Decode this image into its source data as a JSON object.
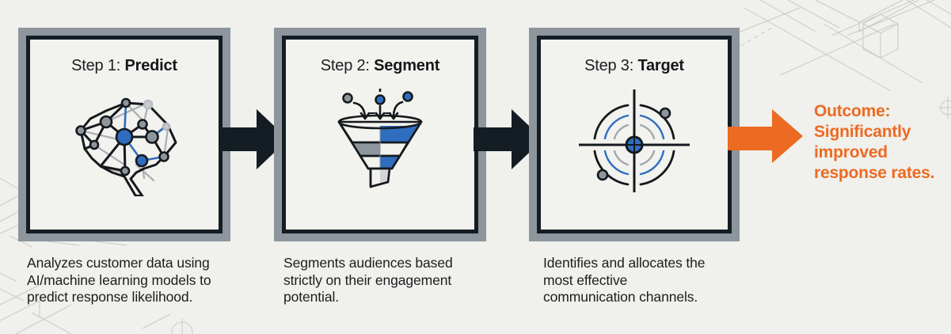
{
  "steps": [
    {
      "prefix": "Step 1: ",
      "name": "Predict",
      "icon": "brain-network-icon",
      "description": [
        "Analyzes customer data using",
        "AI/machine learning models to",
        "predict response likelihood."
      ]
    },
    {
      "prefix": "Step 2: ",
      "name": "Segment",
      "icon": "funnel-icon",
      "description": [
        "Segments audiences based",
        "strictly on their engagement",
        "potential."
      ]
    },
    {
      "prefix": "Step 3: ",
      "name": "Target",
      "icon": "crosshair-target-icon",
      "description": [
        "Identifies and allocates the",
        "most effective",
        "communication channels."
      ]
    }
  ],
  "outcome": {
    "lines": [
      "Outcome:",
      "Significantly",
      "improved",
      "response rates."
    ]
  },
  "colors": {
    "accent_orange": "#ec6a22",
    "accent_blue": "#2f6dbf",
    "frame_gray": "#8c969c",
    "frame_dark": "#141c24",
    "background": "#f0f0ec"
  }
}
